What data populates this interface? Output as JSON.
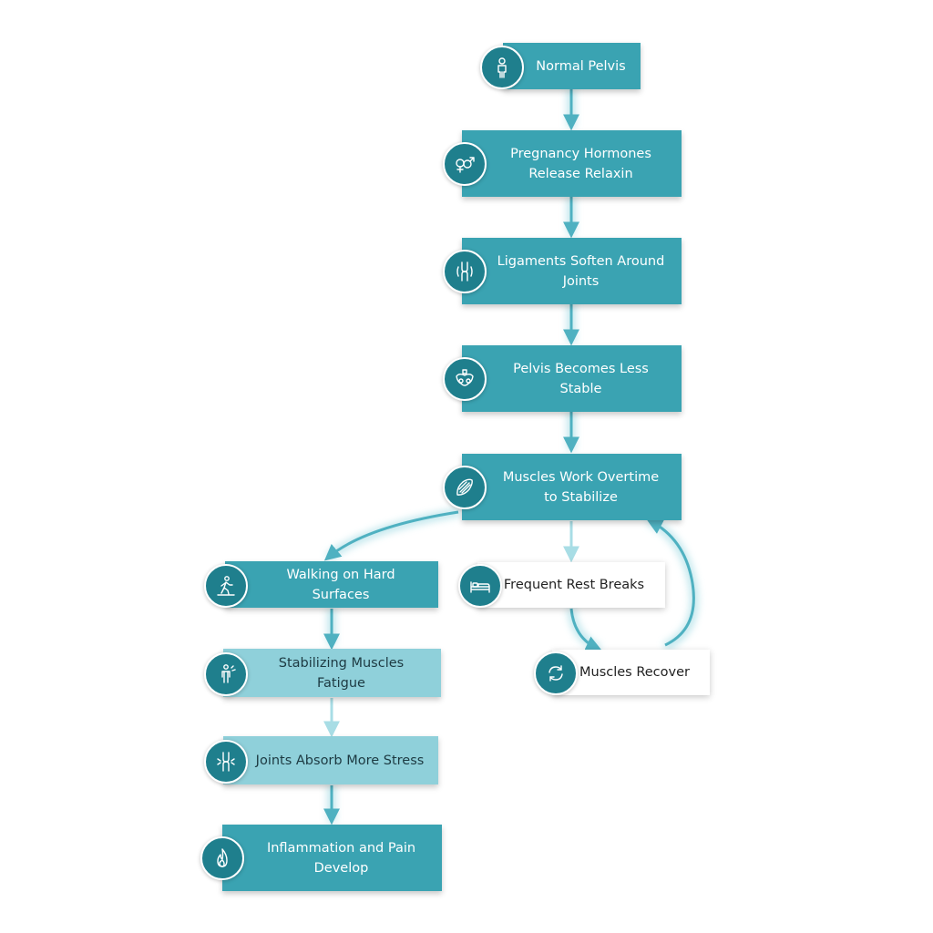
{
  "colors": {
    "node_fill": "#3aa3b2",
    "node_fill_light": "#8fd0da",
    "icon_fill": "#1f7f8d",
    "arrow": "#4fb1c1",
    "background": "#ffffff"
  },
  "nodes": {
    "normal_pelvis": {
      "label": "Normal Pelvis",
      "icon": "person-icon"
    },
    "pregnancy_hormones": {
      "label": "Pregnancy Hormones\nRelease Relaxin",
      "icon": "gender-symbols-icon"
    },
    "ligaments_soften": {
      "label": "Ligaments Soften Around\nJoints",
      "icon": "knee-joint-icon"
    },
    "pelvis_less_stable": {
      "label": "Pelvis Becomes Less\nStable",
      "icon": "pelvis-icon"
    },
    "muscles_overtime": {
      "label": "Muscles Work Overtime\nto Stabilize",
      "icon": "muscle-icon"
    },
    "walking_hard_surfaces": {
      "label": "Walking on Hard Surfaces",
      "icon": "walking-person-icon"
    },
    "stabilizing_muscles_fatigue": {
      "label": "Stabilizing Muscles Fatigue",
      "icon": "fatigued-person-icon"
    },
    "joints_absorb_stress": {
      "label": "Joints Absorb More Stress",
      "icon": "joint-stress-icon"
    },
    "inflammation_pain": {
      "label": "Inflammation and Pain\nDevelop",
      "icon": "flame-icon"
    },
    "frequent_rest_breaks": {
      "label": "Frequent Rest Breaks",
      "icon": "bed-icon"
    },
    "muscles_recover": {
      "label": "Muscles Recover",
      "icon": "refresh-cycle-icon"
    }
  }
}
